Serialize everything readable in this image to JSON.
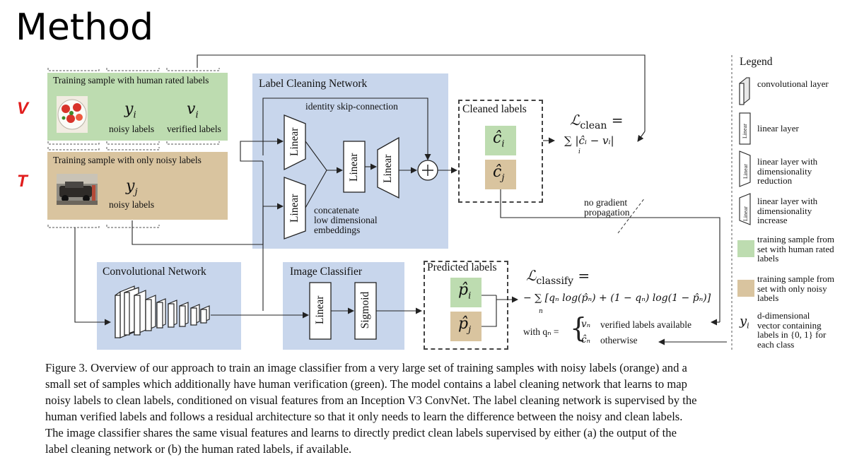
{
  "slide": {
    "title": "Method"
  },
  "set_labels": {
    "verified": "V",
    "noisy": "T"
  },
  "inputs": {
    "human_rated": {
      "header": "Training sample with human rated labels",
      "noisy_symbol": "y",
      "noisy_subscript": "i",
      "noisy_label": "noisy labels",
      "verified_symbol": "v",
      "verified_subscript": "i",
      "verified_label": "verified labels"
    },
    "noisy_only": {
      "header": "Training sample with only noisy labels",
      "noisy_symbol": "y",
      "noisy_subscript": "j",
      "noisy_label": "noisy labels"
    }
  },
  "label_cleaning": {
    "title": "Label Cleaning Network",
    "skip": "identity skip-connection",
    "concat": [
      "concatenate",
      "low dimensional",
      "embeddings"
    ],
    "linear": "Linear"
  },
  "cleaned": {
    "title": "Cleaned labels",
    "ci": "ĉ",
    "ci_sub": "i",
    "cj": "ĉ",
    "cj_sub": "j"
  },
  "loss_clean": {
    "symbol": "ℒ",
    "subscript": "clean",
    "eq": "=",
    "formula": "∑ |ĉᵢ − vᵢ|",
    "sum_index": "i"
  },
  "no_gradient": [
    "no gradient",
    "propagation"
  ],
  "conv": {
    "title": "Convolutional Network"
  },
  "classifier": {
    "title": "Image Classifier",
    "linear": "Linear",
    "sigmoid": "Sigmoid"
  },
  "predicted": {
    "title": "Predicted labels",
    "pi": "p̂",
    "pi_sub": "i",
    "pj": "p̂",
    "pj_sub": "j"
  },
  "loss_classify": {
    "symbol": "ℒ",
    "subscript": "classify",
    "eq": "=",
    "formula": "− ∑ [qₙ log(p̂ₙ) + (1 − qₙ) log(1 − p̂ₙ)]",
    "sum_index": "n",
    "with": "with qₙ =",
    "case1_sym": "vₙ",
    "case1_text": "verified labels available",
    "case2_sym": "ĉₙ",
    "case2_text": "otherwise"
  },
  "legend": {
    "title": "Legend",
    "items": [
      {
        "icon": "conv-layer-icon",
        "text": "convolutional layer"
      },
      {
        "icon": "linear-layer-icon",
        "text": "linear layer"
      },
      {
        "icon": "linear-reduction-icon",
        "text": "linear layer with dimensionality reduction"
      },
      {
        "icon": "linear-increase-icon",
        "text": "linear layer with dimensionality increase"
      },
      {
        "icon": "green-swatch",
        "text": "training sample from set with human rated labels"
      },
      {
        "icon": "tan-swatch",
        "text": "training sample from set with only noisy labels"
      },
      {
        "icon": "y-symbol",
        "text": "d-dimensional vector containing labels in {0, 1} for each class"
      }
    ],
    "y_symbol": "y",
    "y_sub": "i",
    "linear_icon_text": "Linear"
  },
  "colors": {
    "green": "#bddcb0",
    "tan": "#d9c49f",
    "blue": "#c8d6ec",
    "red": "#e11d1d"
  },
  "caption": {
    "lines": [
      "Figure 3.  Overview of our approach to train an image classifier from a very large set of training samples with noisy labels (orange) and a",
      "small set of samples which additionally have human verification (green). The model contains a label cleaning network that learns to map",
      "noisy labels to clean labels, conditioned on visual features from an Inception V3 ConvNet. The label cleaning network is supervised by the",
      "human verified labels and follows a residual architecture so that it only needs to learn the difference between the noisy and clean labels.",
      "The image classifier shares the same visual features and learns to directly predict clean labels supervised by either (a) the output of the",
      "label cleaning network or (b) the human rated labels, if available."
    ]
  }
}
